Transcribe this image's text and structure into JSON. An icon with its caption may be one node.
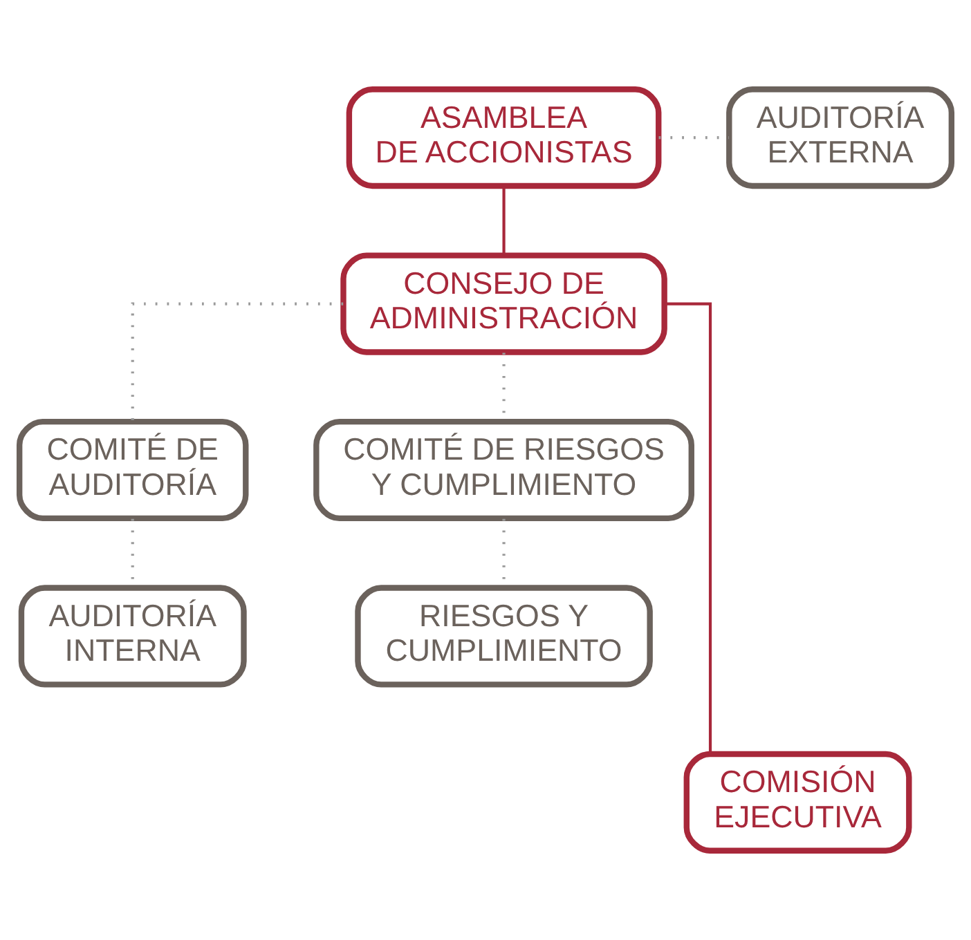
{
  "diagram": {
    "nodes": [
      {
        "text": [
          "ASAMBLEA DE ACCIONISTAS"
        ]
      },
      {
        "text": [
          "AUDITORÍA EXTERNA"
        ]
      },
      {
        "text": [
          "CONSEJO DE ADMINISTRACIÓN"
        ]
      },
      {
        "text": [
          "COMITÉ DE AUDITORÍA"
        ]
      },
      {
        "text": [
          "COMITÉ DE RIESGOS Y CUMPLIMIENTO"
        ]
      },
      {
        "text": [
          "AUDITORÍA INTERNA"
        ]
      },
      {
        "text": [
          "RIESGOS Y CUMPLIMIENTO"
        ]
      },
      {
        "text": [
          "COMISIÓN EJECUTIVA"
        ]
      }
    ],
    "edges": [
      {
        "from": 0,
        "to": 2,
        "arrow": "none",
        "color": "#a8283a"
      },
      {
        "from": 0,
        "to": 1,
        "arrow": "none",
        "style": "dashed"
      },
      {
        "from": 2,
        "to": 3,
        "arrow": "none",
        "style": "dashed"
      },
      {
        "from": 2,
        "to": 4,
        "arrow": "none",
        "style": "dashed"
      },
      {
        "from": 3,
        "to": 5,
        "arrow": "none",
        "style": "dashed"
      },
      {
        "from": 4,
        "to": 6,
        "arrow": "none",
        "style": "dashed"
      },
      {
        "from": 2,
        "to": 7,
        "arrow": "none",
        "color": "#a8283a"
      }
    ]
  }
}
